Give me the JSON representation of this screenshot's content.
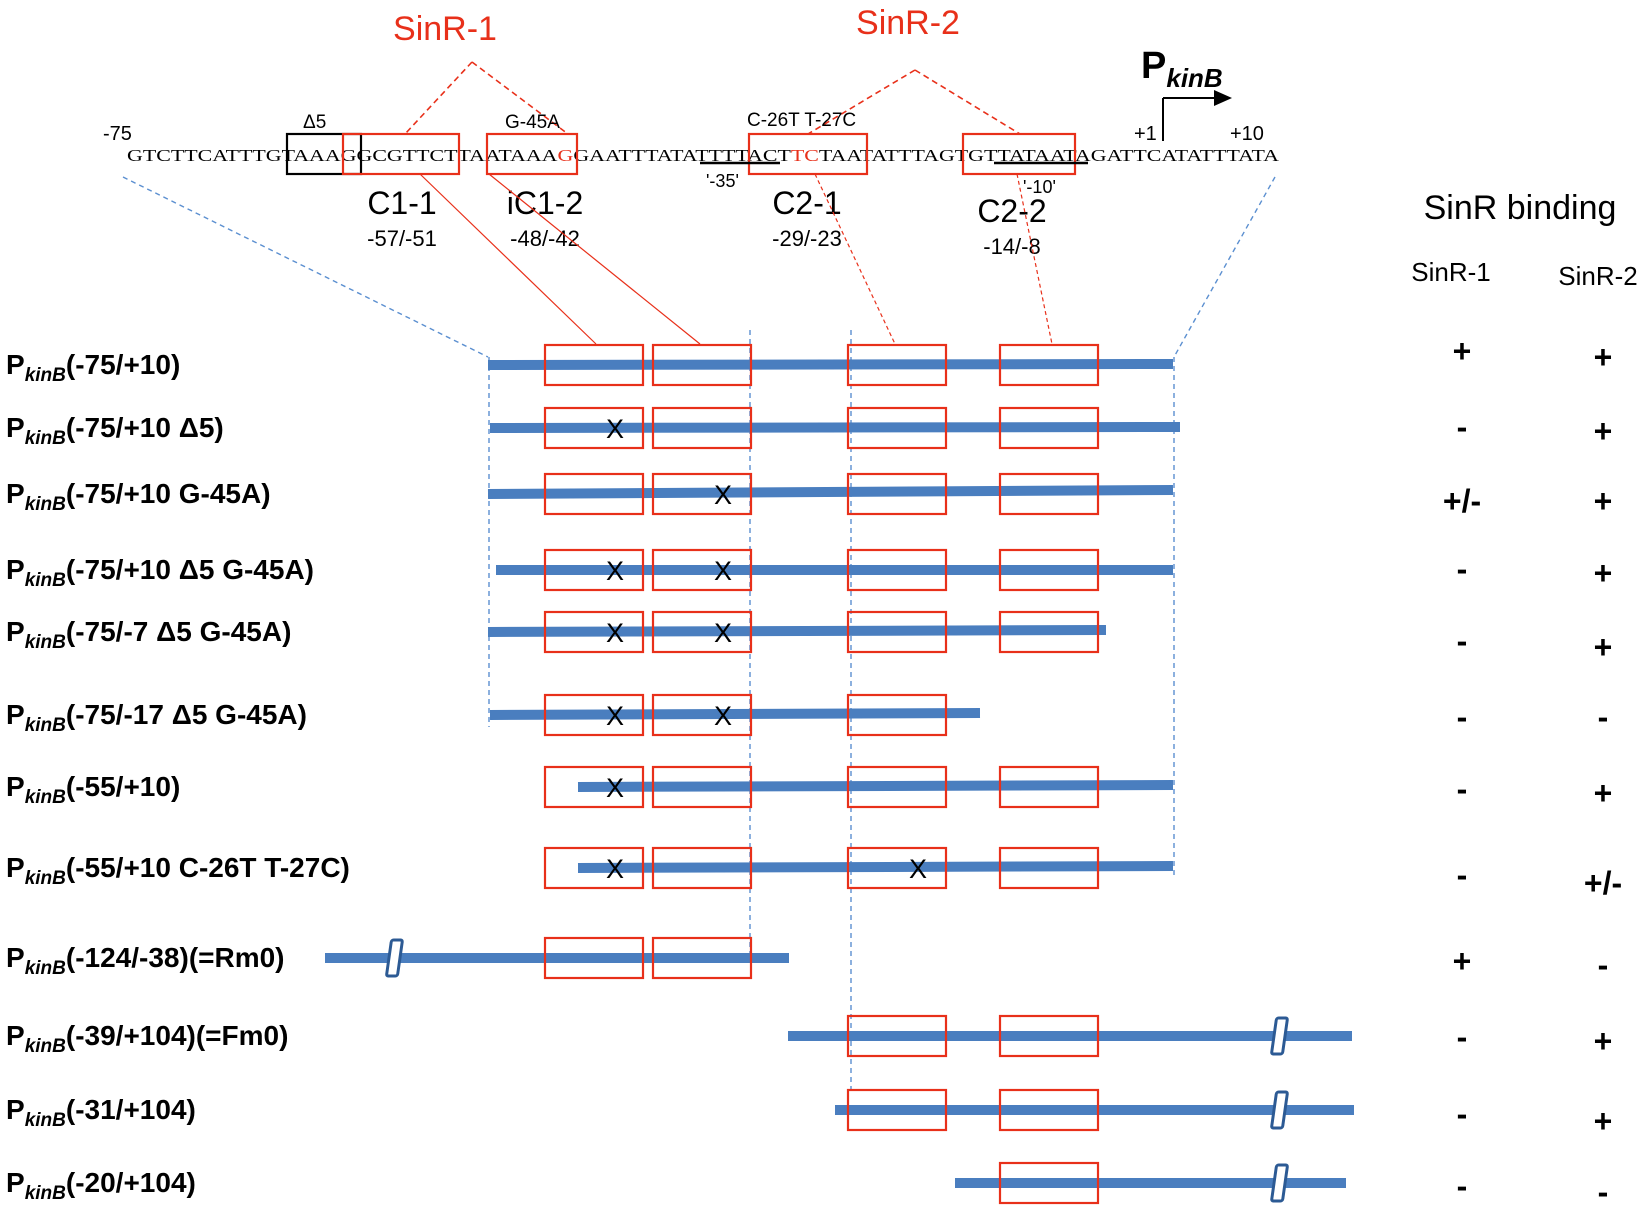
{
  "header": {
    "sinr1_label": "SinR-1",
    "sinr2_label": "SinR-2",
    "promoter_p": "P",
    "promoter_sub": "kinB",
    "pos_start": "-75",
    "pos_plus1": "+1",
    "pos_plus10": "+10",
    "delta5": "Δ5",
    "mut_g45a": "G-45A",
    "mut_c26t": "C-26T T-27C",
    "minus35": "'-35'",
    "minus10": "'-10'"
  },
  "sequence": {
    "s1": "GTCTTCATTTGTA",
    "s2": "AAGGC",
    "s3": "G",
    "s4": "TTCTTA",
    "s5": "AT",
    "s6": "AAA",
    "s7": "G",
    "s8": "GAA",
    "s9": "TTTATATTTTA",
    "s10": "CT",
    "s11": "TC",
    "s12": "TAA",
    "s13": "TATTTAGT",
    "s14": "GTTATAA",
    "s15": "TAGATTCATATTTATA"
  },
  "boxes": [
    {
      "name": "C1-1",
      "range": "-57/-51"
    },
    {
      "name": "iC1-2",
      "range": "-48/-42"
    },
    {
      "name": "C2-1",
      "range": "-29/-23"
    },
    {
      "name": "C2-2",
      "range": "-14/-8"
    }
  ],
  "binding": {
    "title": "SinR binding",
    "col1": "SinR-1",
    "col2": "SinR-2"
  },
  "constructs": [
    {
      "p": "P",
      "sub": "kinB",
      "desc": "(-75/+10)",
      "sinr1": "+",
      "sinr2": "+"
    },
    {
      "p": "P",
      "sub": "kinB",
      "desc": "(-75/+10 Δ5)",
      "sinr1": "-",
      "sinr2": "+"
    },
    {
      "p": "P",
      "sub": "kinB",
      "desc": "(-75/+10 G-45A)",
      "sinr1": "+/-",
      "sinr2": "+"
    },
    {
      "p": "P",
      "sub": "kinB",
      "desc": "(-75/+10 Δ5 G-45A)",
      "sinr1": "-",
      "sinr2": "+"
    },
    {
      "p": "P",
      "sub": "kinB",
      "desc": "(-75/-7 Δ5 G-45A)",
      "sinr1": "-",
      "sinr2": "+"
    },
    {
      "p": "P",
      "sub": "kinB",
      "desc": "(-75/-17 Δ5 G-45A)",
      "sinr1": "-",
      "sinr2": "-"
    },
    {
      "p": "P",
      "sub": "kinB",
      "desc": "(-55/+10)",
      "sinr1": "-",
      "sinr2": "+"
    },
    {
      "p": "P",
      "sub": "kinB",
      "desc": "(-55/+10 C-26T T-27C)",
      "sinr1": "-",
      "sinr2": "+/-"
    },
    {
      "p": "P",
      "sub": "kinB",
      "desc": "(-124/-38)(=Rm0)",
      "sinr1": "+",
      "sinr2": "-"
    },
    {
      "p": "P",
      "sub": "kinB",
      "desc": "(-39/+104)(=Fm0)",
      "sinr1": "-",
      "sinr2": "+"
    },
    {
      "p": "P",
      "sub": "kinB",
      "desc": "(-31/+104)",
      "sinr1": "-",
      "sinr2": "+"
    },
    {
      "p": "P",
      "sub": "kinB",
      "desc": "(-20/+104)",
      "sinr1": "-",
      "sinr2": "-"
    }
  ],
  "mutation_mark": "X",
  "colors": {
    "red": "#e8301a",
    "blue": "#4a7ebf",
    "dash_blue": "#5b8fd0",
    "black": "#000000"
  }
}
